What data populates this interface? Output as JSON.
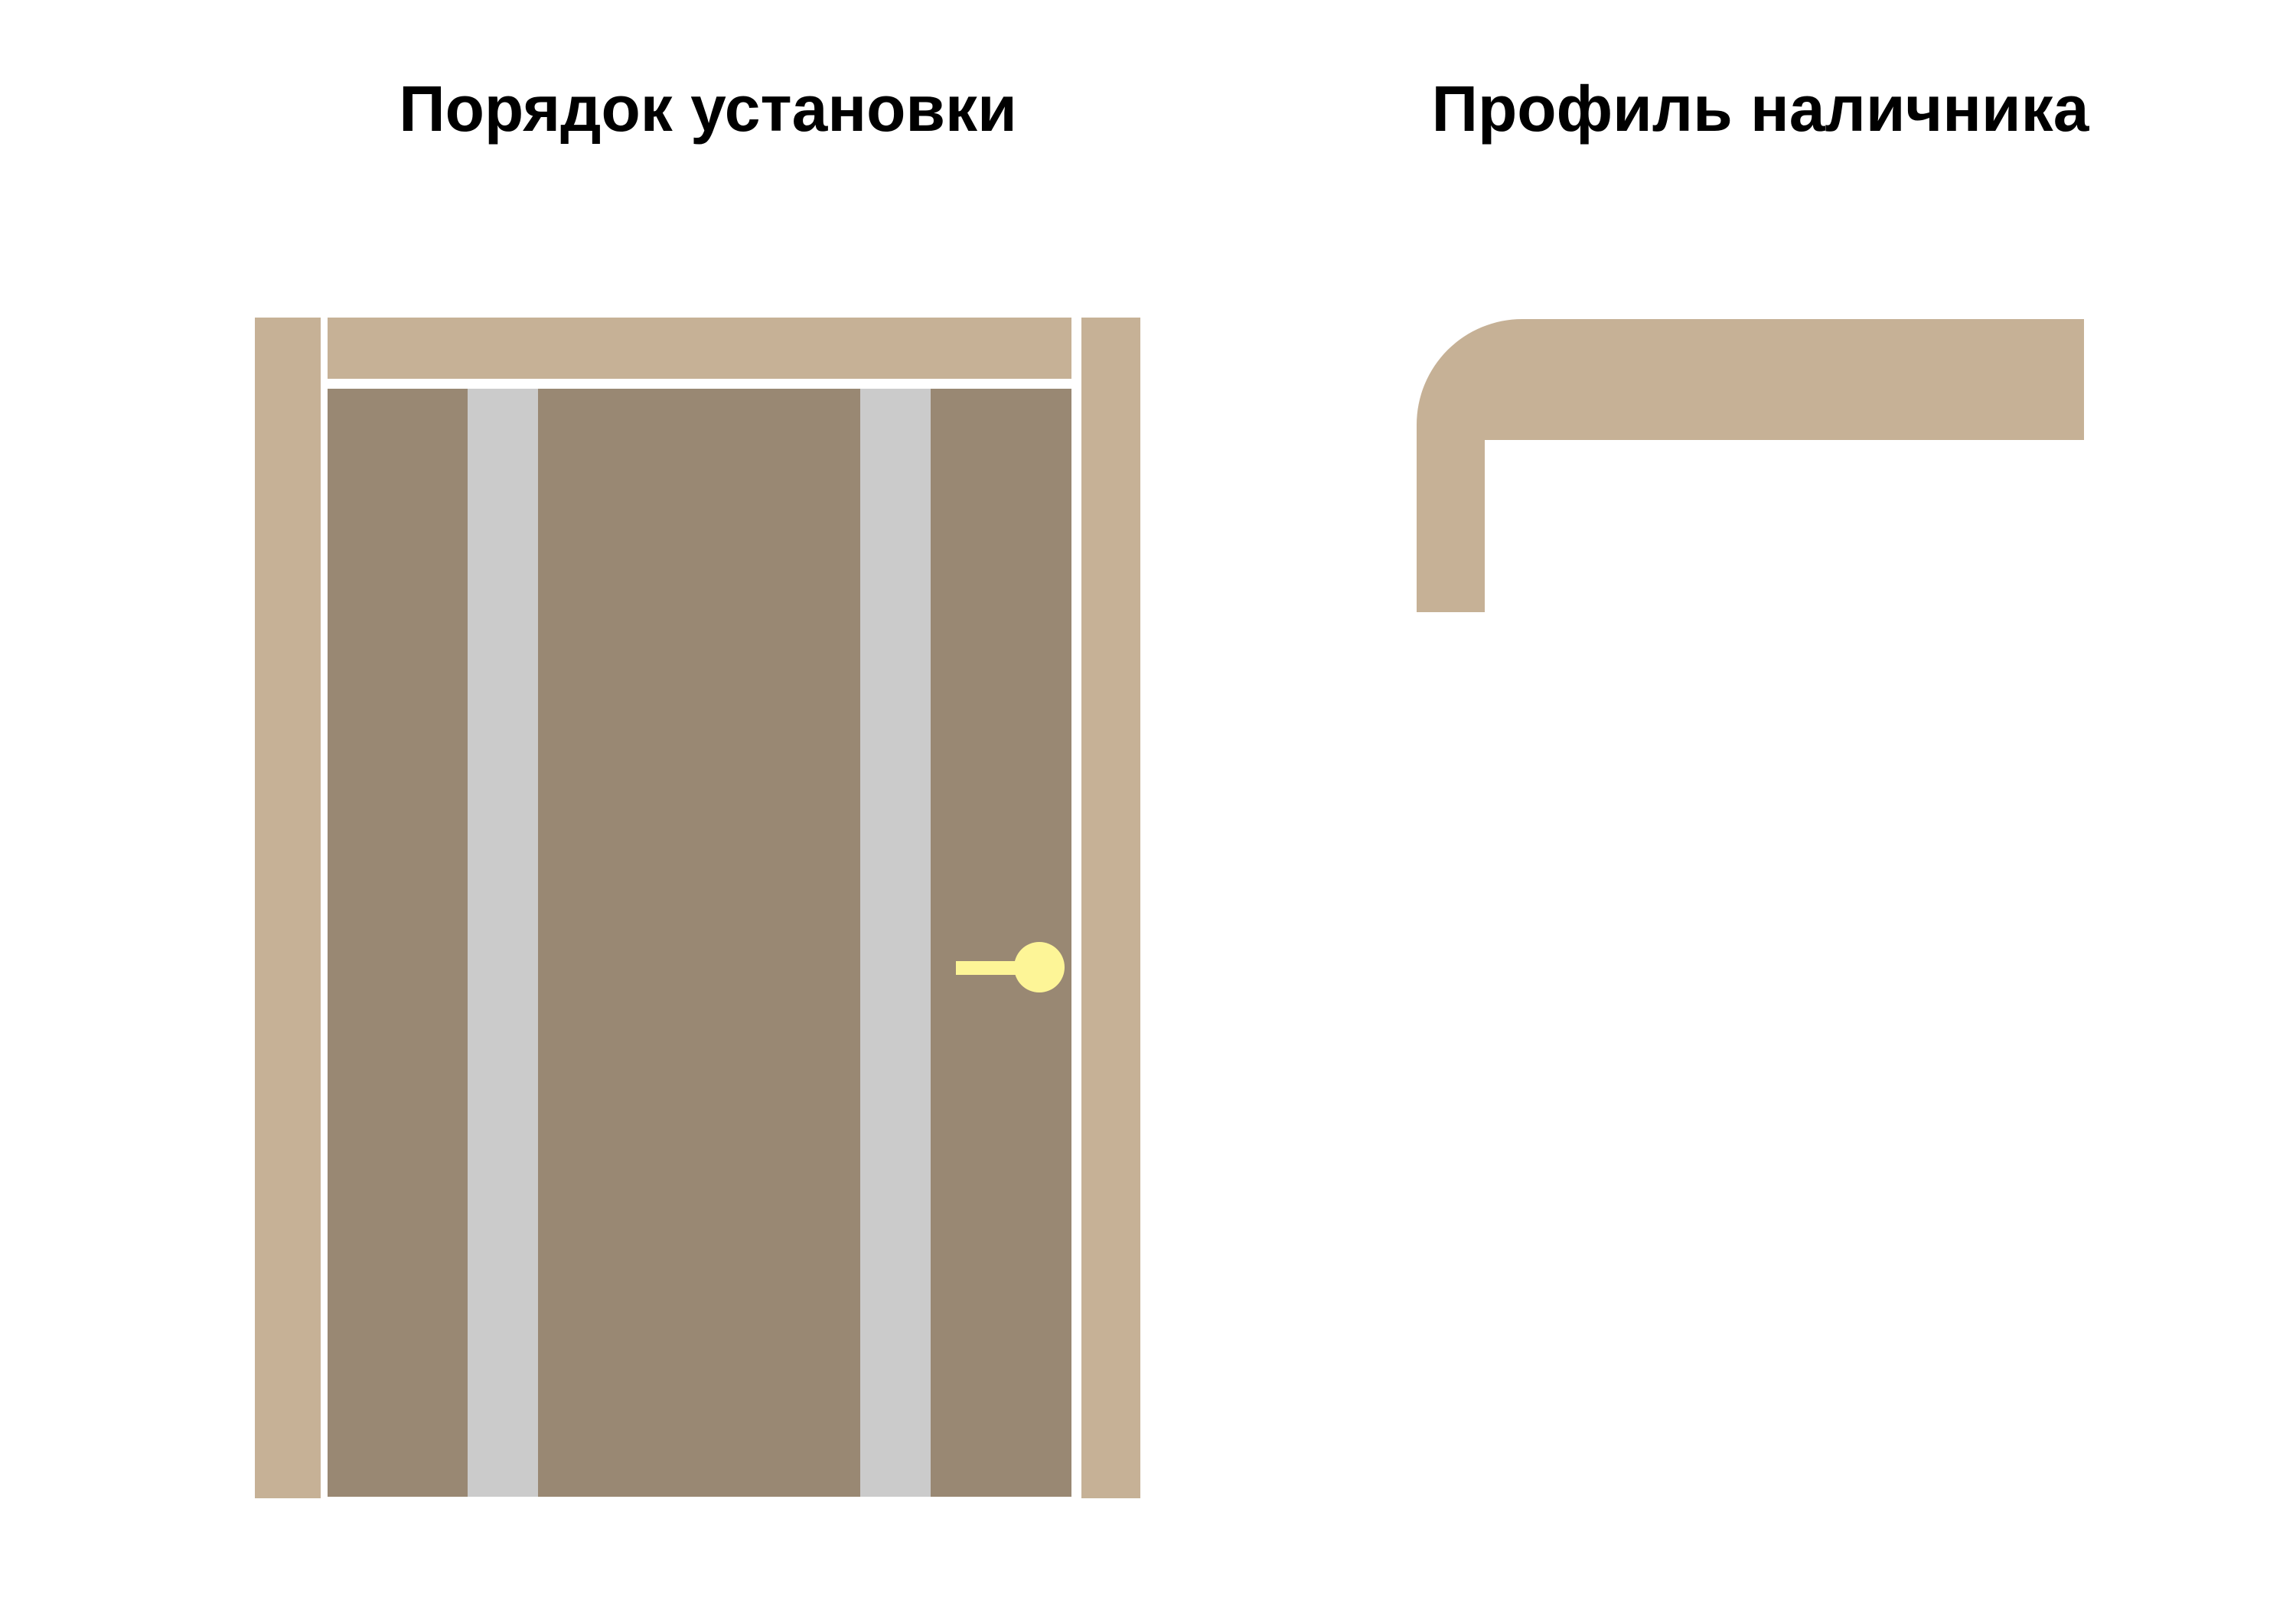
{
  "titles": {
    "installation_order": "Порядок установки",
    "casing_profile": "Профиль наличника"
  },
  "colors": {
    "background": "#ffffff",
    "casing": "#c6b196",
    "door_leaf": "#998873",
    "glass_insert": "#cbcbcb",
    "handle": "#fdf597",
    "title_text": "#000000"
  },
  "parts": {
    "left_casing": "casing",
    "right_casing": "casing",
    "top_casing": "casing",
    "door_leaf": "door_leaf",
    "glass_inserts": [
      "glass_insert",
      "glass_insert"
    ],
    "handle": "handle"
  }
}
